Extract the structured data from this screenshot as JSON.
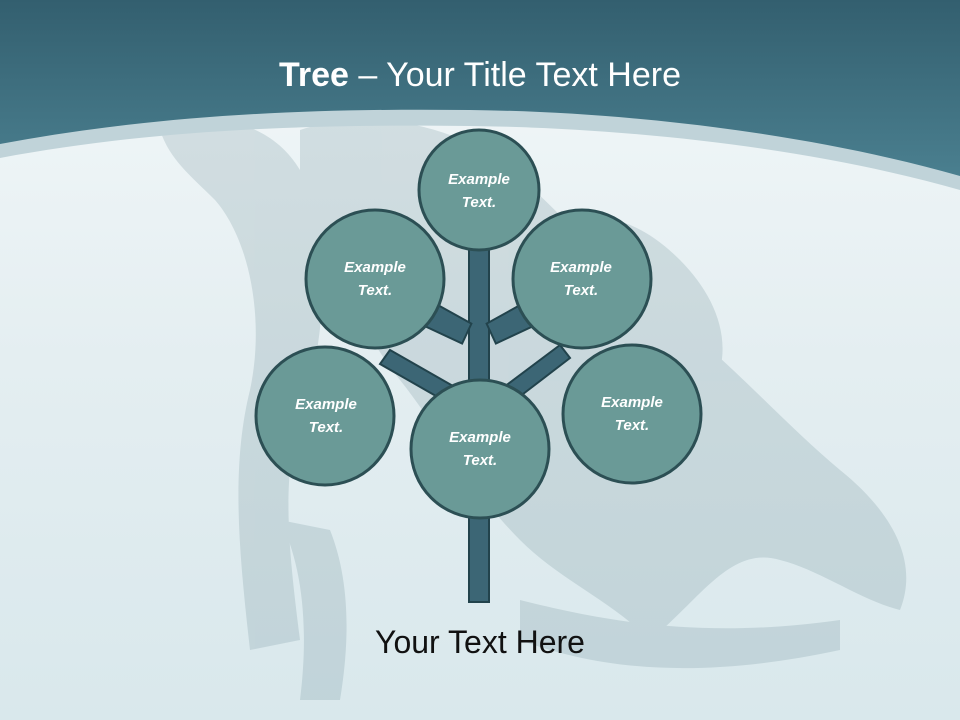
{
  "slide": {
    "title_bold": "Tree",
    "title_dash": " – ",
    "title_rest": "Your Title Text Here",
    "footer_text": "Your Text Here"
  },
  "nodes": [
    {
      "id": "top",
      "label_line1": "Example",
      "label_line2": "Text."
    },
    {
      "id": "upper-left",
      "label_line1": "Example",
      "label_line2": "Text."
    },
    {
      "id": "upper-right",
      "label_line1": "Example",
      "label_line2": "Text."
    },
    {
      "id": "lower-left",
      "label_line1": "Example",
      "label_line2": "Text."
    },
    {
      "id": "center",
      "label_line1": "Example",
      "label_line2": "Text."
    },
    {
      "id": "lower-right",
      "label_line1": "Example",
      "label_line2": "Text."
    }
  ],
  "colors": {
    "header": "#3e7282",
    "header_highlight": "#b9cdd4",
    "background": "#e3eef1",
    "node_fill": "#6a9a97",
    "node_stroke": "#2c4f54",
    "trunk": "#3c6675"
  }
}
